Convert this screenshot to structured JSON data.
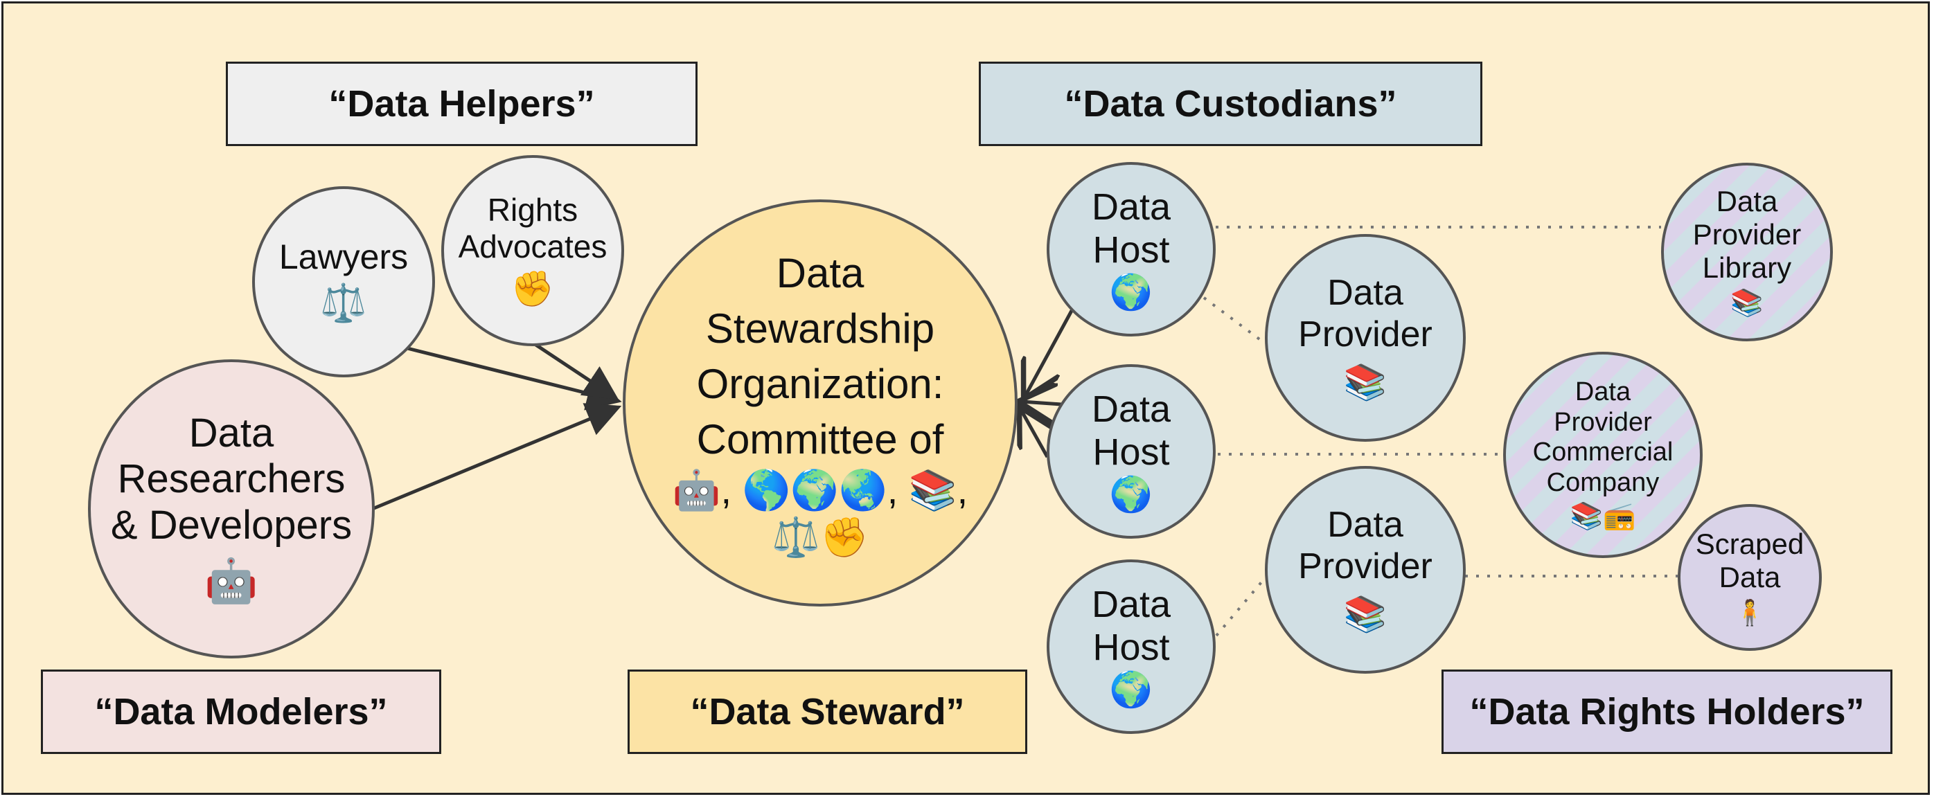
{
  "colors": {
    "background": "#fdefcf",
    "helpers_box": "#efefef",
    "custodians_box": "#d1dfe4",
    "modelers_box": "#f3e2e0",
    "steward_box": "#fce3a5",
    "rights_holders_box": "#d9d3e8",
    "lawyers_circle": "#efefef",
    "researchers_circle": "#f3e2e0",
    "steward_circle": "#fce3a5",
    "custodian_circle": "#d1dfe4",
    "arrow": "#333333",
    "dotted_link": "#777777"
  },
  "labels": {
    "helpers": "“Data Helpers”",
    "custodians": "“Data Custodians”",
    "modelers": "“Data Modelers”",
    "steward": "“Data Steward”",
    "rights_holders": "“Data Rights Holders”"
  },
  "nodes": {
    "lawyers": {
      "text": "Lawyers",
      "emoji": "⚖️"
    },
    "rights_advocates": {
      "text": "Rights\nAdvocates",
      "emoji": "✊"
    },
    "researchers": {
      "text": "Data\nResearchers\n& Developers",
      "emoji": "🤖"
    },
    "steward_org": {
      "text": "Data\nStewardship\nOrganization:\nCommittee of",
      "emoji_line1": "🤖, 🌎🌍🌏, 📚,",
      "emoji_line2": "⚖️✊"
    },
    "host_1": {
      "text": "Data\nHost",
      "emoji": "🌍"
    },
    "host_2": {
      "text": "Data\nHost",
      "emoji": "🌍"
    },
    "host_3": {
      "text": "Data\nHost",
      "emoji": "🌍"
    },
    "provider_1": {
      "text": "Data\nProvider",
      "emoji": "📚"
    },
    "provider_2": {
      "text": "Data\nProvider",
      "emoji": "📚"
    },
    "provider_library": {
      "text": "Data\nProvider\nLibrary",
      "emoji": "📚"
    },
    "provider_commercial": {
      "text": "Data\nProvider\nCommercial\nCompany",
      "emoji": "📚📻"
    },
    "scraped_data": {
      "text": "Scraped\nData",
      "emoji": "🧍"
    }
  }
}
